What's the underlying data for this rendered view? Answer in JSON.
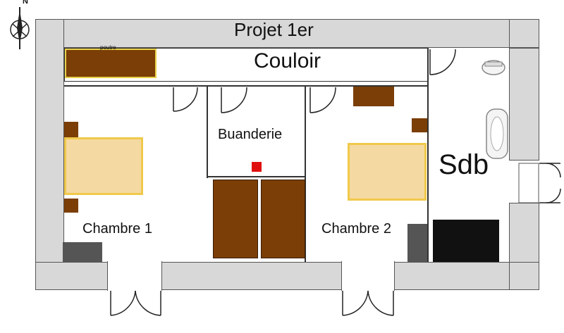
{
  "plan": {
    "title": "Projet 1er",
    "rooms": {
      "couloir": "Couloir",
      "buanderie": "Buanderie",
      "chambre1": "Chambre 1",
      "chambre2": "Chambre 2",
      "sdb": "Sdb"
    },
    "beam_label": "poutre",
    "compass": "N"
  },
  "colors": {
    "wall": "#d8d8d8",
    "furniture": "#7a3e06",
    "bed": "#f5d9a2",
    "bed_border": "#f0c94a",
    "accent": "#e01010",
    "appliance": "#555555",
    "bathtub": "#111111"
  }
}
